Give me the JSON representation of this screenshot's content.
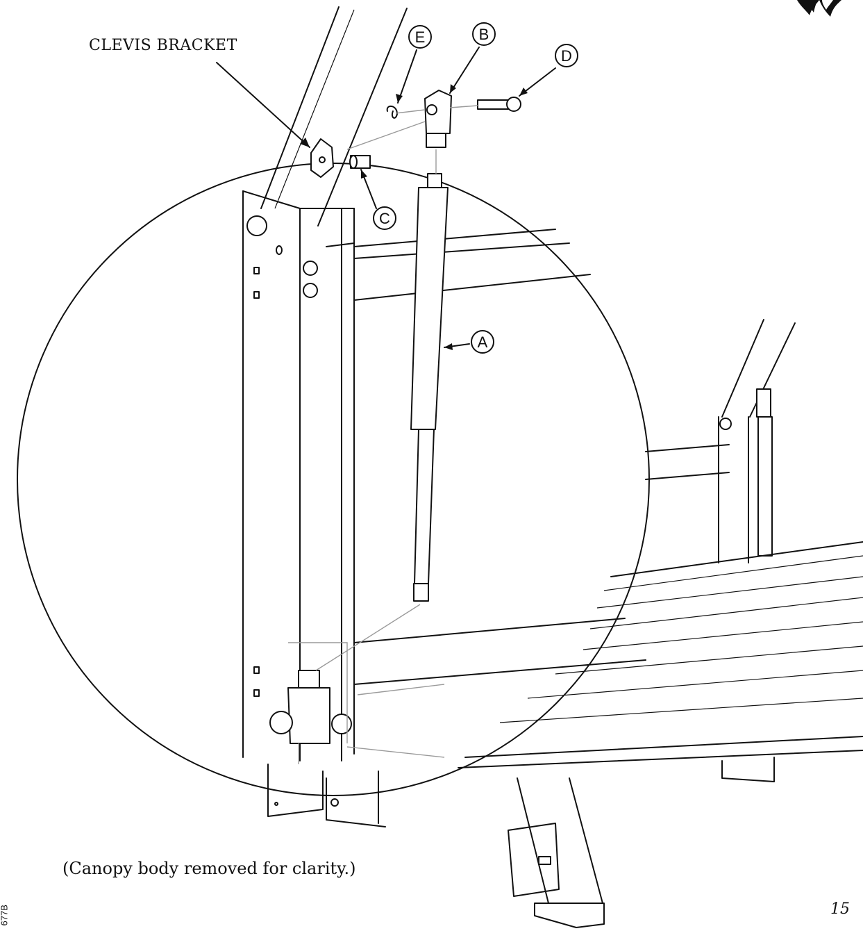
{
  "labels": {
    "clevis_bracket": "CLEVIS BRACKET",
    "callout_a": "A",
    "callout_b": "B",
    "callout_c": "C",
    "callout_d": "D",
    "callout_e": "E"
  },
  "caption": "(Canopy body removed for clarity.)",
  "page_number": "15",
  "doc_code": "677B",
  "logo": "flame-logo-icon"
}
